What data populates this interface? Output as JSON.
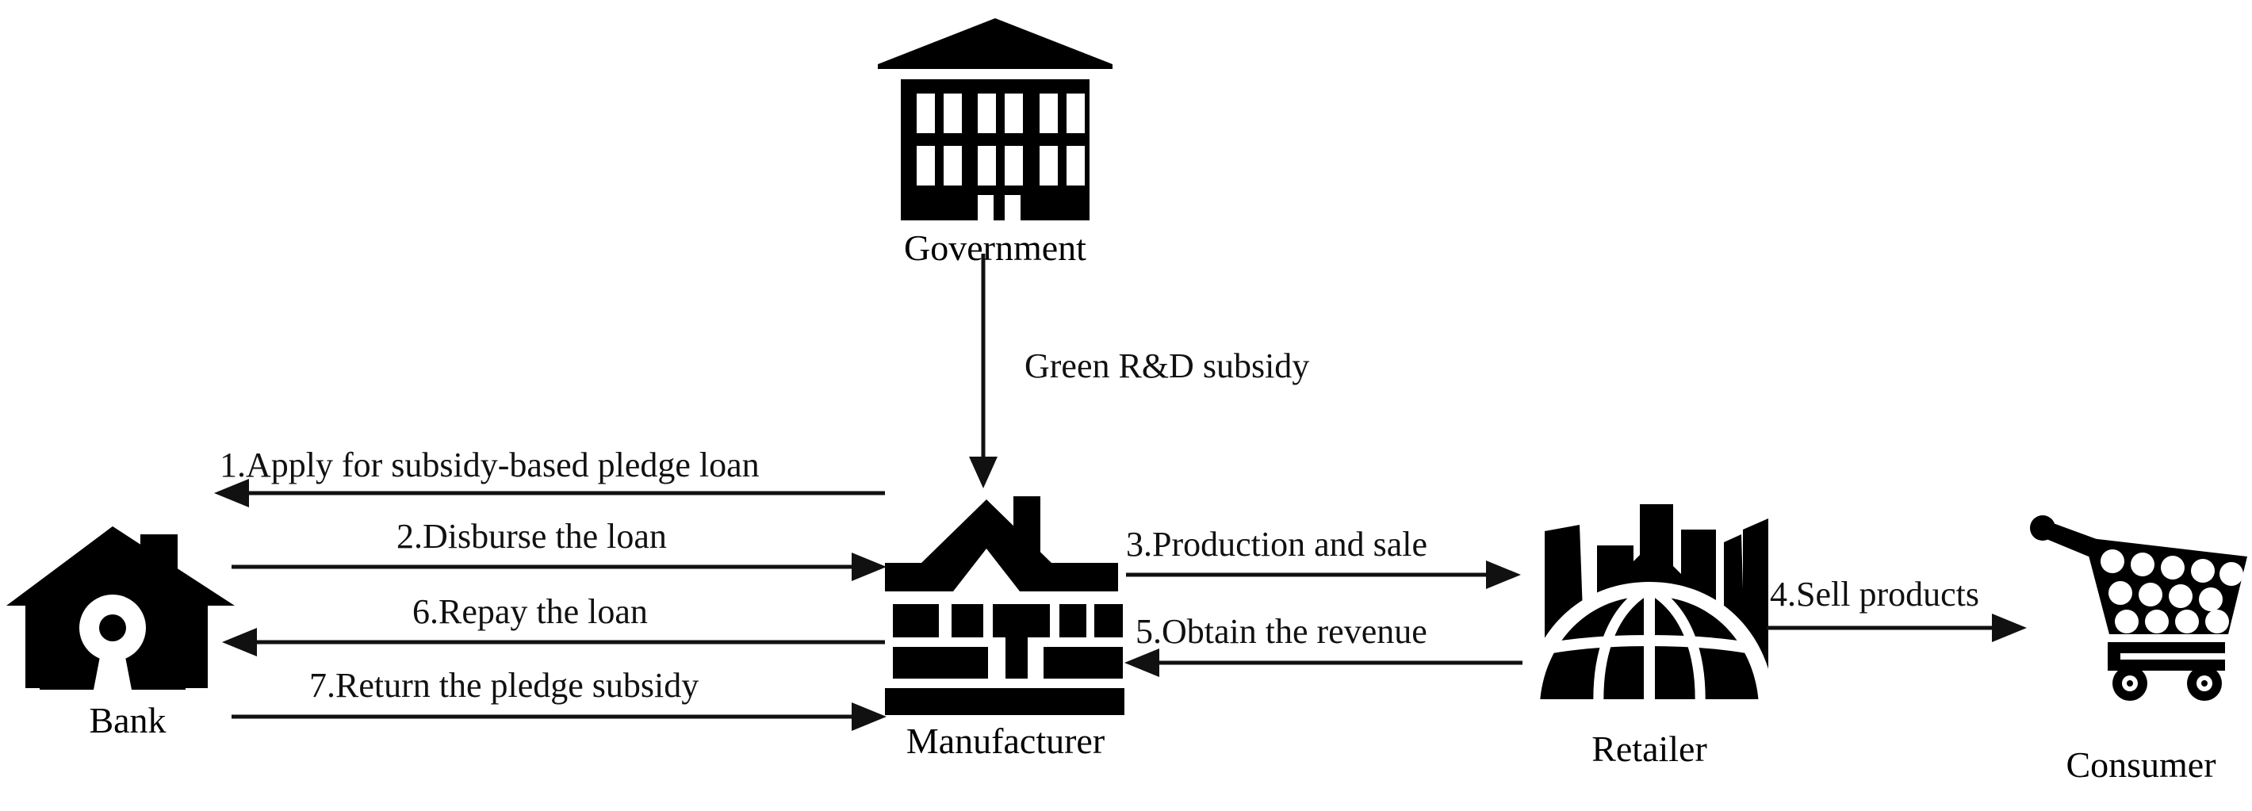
{
  "diagram": {
    "title": "Subsidy-based pledge financing supply chain",
    "background_color": "#ffffff",
    "stroke_color": "#111111",
    "icon_color": "#000000"
  },
  "nodes": [
    {
      "id": "government",
      "label": "Government",
      "icon": "government-building-icon"
    },
    {
      "id": "bank",
      "label": "Bank",
      "icon": "bank-house-key-icon"
    },
    {
      "id": "manufacturer",
      "label": "Manufacturer",
      "icon": "factory-house-icon"
    },
    {
      "id": "retailer",
      "label": "Retailer",
      "icon": "city-globe-icon"
    },
    {
      "id": "consumer",
      "label": "Consumer",
      "icon": "shopping-cart-icon"
    }
  ],
  "flows": [
    {
      "id": "subsidy",
      "number": "",
      "label": "Green R&D subsidy",
      "from": "government",
      "to": "manufacturer",
      "direction": "down"
    },
    {
      "id": "apply",
      "number": "1.",
      "label": "1.Apply for subsidy-based pledge loan",
      "from": "manufacturer",
      "to": "bank",
      "direction": "left"
    },
    {
      "id": "disburse",
      "number": "2.",
      "label": "2.Disburse the loan",
      "from": "bank",
      "to": "manufacturer",
      "direction": "right"
    },
    {
      "id": "production",
      "number": "3.",
      "label": "3.Production and sale",
      "from": "manufacturer",
      "to": "retailer",
      "direction": "right"
    },
    {
      "id": "sell",
      "number": "4.",
      "label": "4.Sell products",
      "from": "retailer",
      "to": "consumer",
      "direction": "right"
    },
    {
      "id": "revenue",
      "number": "5.",
      "label": "5.Obtain the revenue",
      "from": "retailer",
      "to": "manufacturer",
      "direction": "left"
    },
    {
      "id": "repay",
      "number": "6.",
      "label": "6.Repay the loan",
      "from": "manufacturer",
      "to": "bank",
      "direction": "left"
    },
    {
      "id": "return",
      "number": "7.",
      "label": "7.Return the pledge subsidy",
      "from": "bank",
      "to": "manufacturer",
      "direction": "right"
    }
  ],
  "labels": {
    "government": "Government",
    "bank": "Bank",
    "manufacturer": "Manufacturer",
    "retailer": "Retailer",
    "consumer": "Consumer",
    "green_rd_subsidy": "Green R&D subsidy",
    "flow1": "1.Apply for subsidy-based pledge loan",
    "flow2": "2.Disburse the loan",
    "flow3": "3.Production and sale",
    "flow4": "4.Sell products",
    "flow5": "5.Obtain the revenue",
    "flow6": "6.Repay the loan",
    "flow7": "7.Return the pledge subsidy"
  }
}
